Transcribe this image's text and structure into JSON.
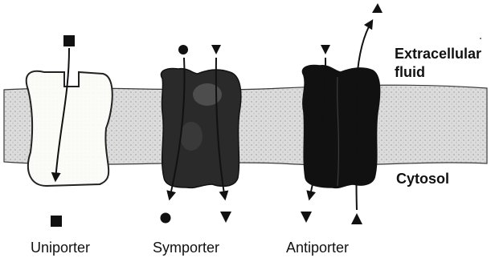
{
  "labels": {
    "extracellular_line1": "Extracellular",
    "extracellular_line2": "fluid",
    "cytosol": "Cytosol"
  },
  "transporters": [
    {
      "name": "Uniporter"
    },
    {
      "name": "Symporter"
    },
    {
      "name": "Antiporter"
    }
  ],
  "colors": {
    "membrane": "#d9d9d9",
    "uniporter_fill": "#fbfbf7",
    "symporter_fill": "#2a2a2a",
    "antiporter_fill": "#111111",
    "ink": "#111111"
  }
}
